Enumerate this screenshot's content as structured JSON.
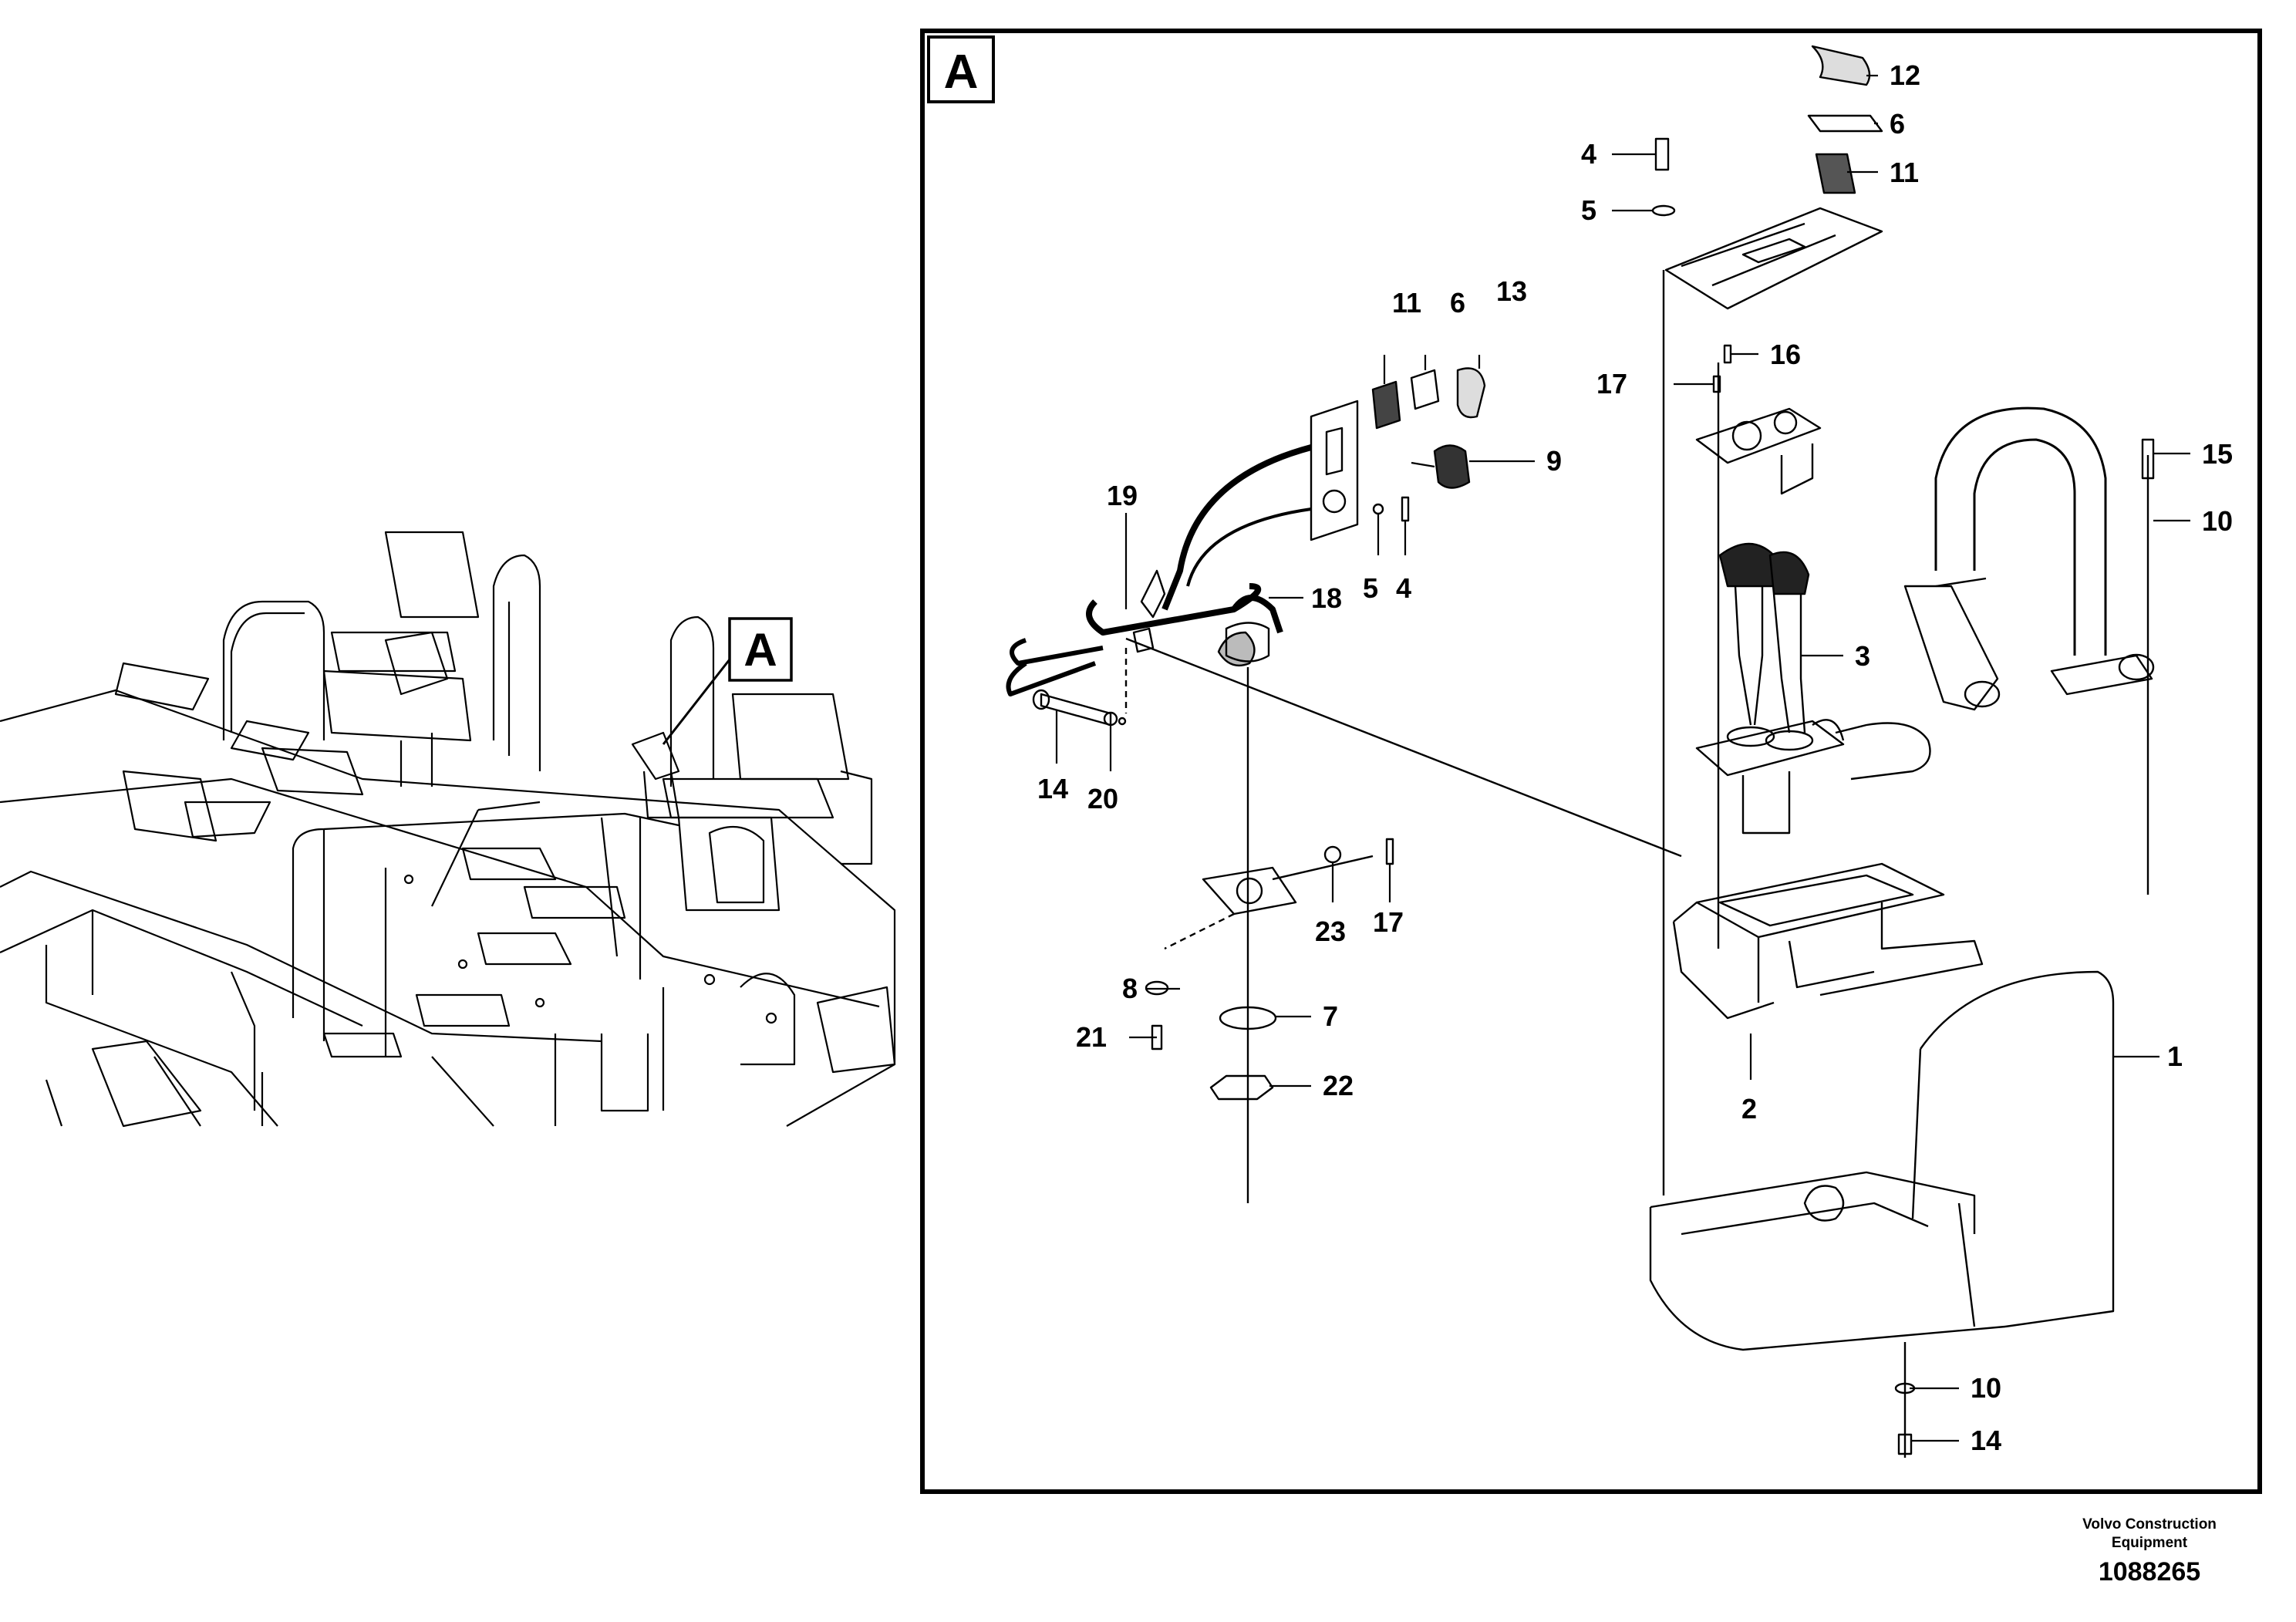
{
  "detail_marker": "A",
  "callouts": [
    "12",
    "6",
    "11",
    "4",
    "5",
    "13",
    "11",
    "6",
    "9",
    "16",
    "17",
    "15",
    "10",
    "19",
    "18",
    "5",
    "4",
    "3",
    "14",
    "20",
    "23",
    "17",
    "8",
    "7",
    "21",
    "22",
    "2",
    "1",
    "10",
    "14"
  ],
  "brand": {
    "line1": "Volvo Construction",
    "line2": "Equipment"
  },
  "document_number": "1088265"
}
